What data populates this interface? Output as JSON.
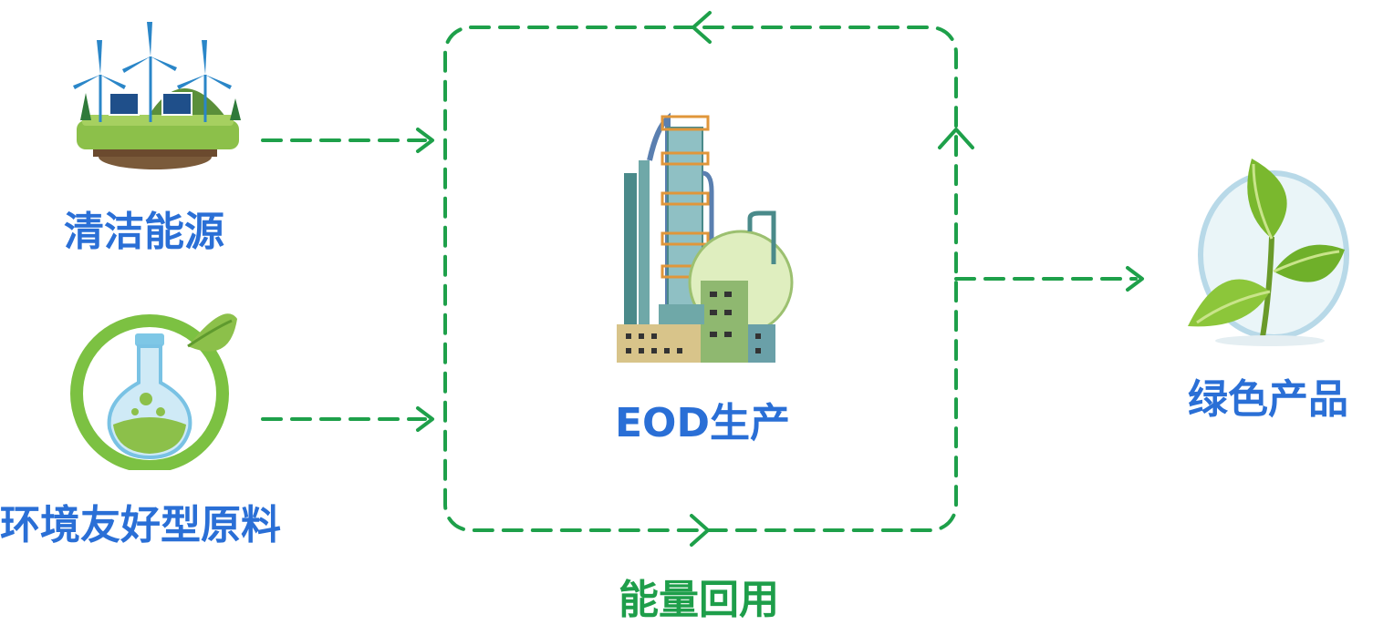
{
  "nodes": {
    "clean_energy": "清洁能源",
    "eco_materials": "环境友好型原料",
    "eod_production": "EOD生产",
    "green_products": "绿色产品",
    "energy_recovery": "能量回用"
  },
  "colors": {
    "arrow": "#1ea04a",
    "label_blue": "#2a6fd6",
    "label_green": "#1e9e4a"
  },
  "icons": [
    "wind-solar-icon",
    "eco-flask-icon",
    "refinery-icon",
    "green-leaf-icon"
  ]
}
